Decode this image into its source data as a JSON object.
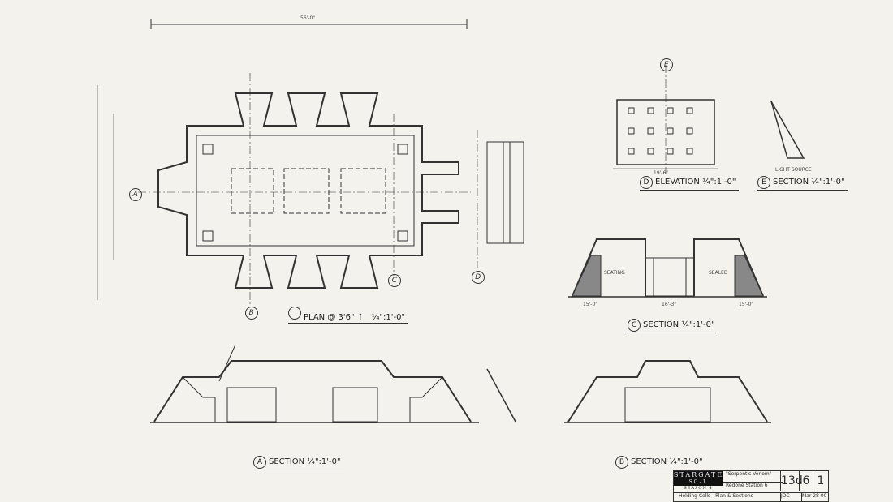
{
  "drawing": {
    "overall_dimension": "56'-0\"",
    "plan_caption": {
      "marker": "",
      "text": "PLAN @ 3'6\" ↑",
      "scale": "¼\":1'-0\""
    },
    "elevation_caption": {
      "marker": "D",
      "text": "ELEVATION",
      "scale": "¼\":1'-0\""
    },
    "section_e_caption": {
      "marker": "E",
      "text": "SECTION",
      "scale": "¼\":1'-0\""
    },
    "section_c_caption": {
      "marker": "C",
      "text": "SECTION",
      "scale": "¼\":1'-0\""
    },
    "section_a_caption": {
      "marker": "A",
      "text": "SECTION",
      "scale": "¼\":1'-0\""
    },
    "section_b_caption": {
      "marker": "B",
      "text": "SECTION",
      "scale": "¼\":1'-0\""
    },
    "grid_markers": [
      "A",
      "B",
      "C",
      "D",
      "E"
    ],
    "notes": {
      "seating_left": "SEATING",
      "seating_right": "SEALED",
      "light_source": "LIGHT SOURCE"
    },
    "elevation_width": "19'-6\"",
    "section_dims": [
      "15'-0\"",
      "16'-3\"",
      "15'-0\""
    ]
  },
  "title_block": {
    "logo_title": "STARGATE",
    "logo_sub": "SG-1",
    "season": "SEASON 4",
    "episode": "\"Serpent's Venom\"",
    "set": "Redone Station 6",
    "drawing_title": "Holding Cells - Plan & Sections",
    "drawing_no": "13d",
    "set_no": "6",
    "sheet": "1",
    "drawn_by": "JDC",
    "date": "Mar 28 00"
  }
}
